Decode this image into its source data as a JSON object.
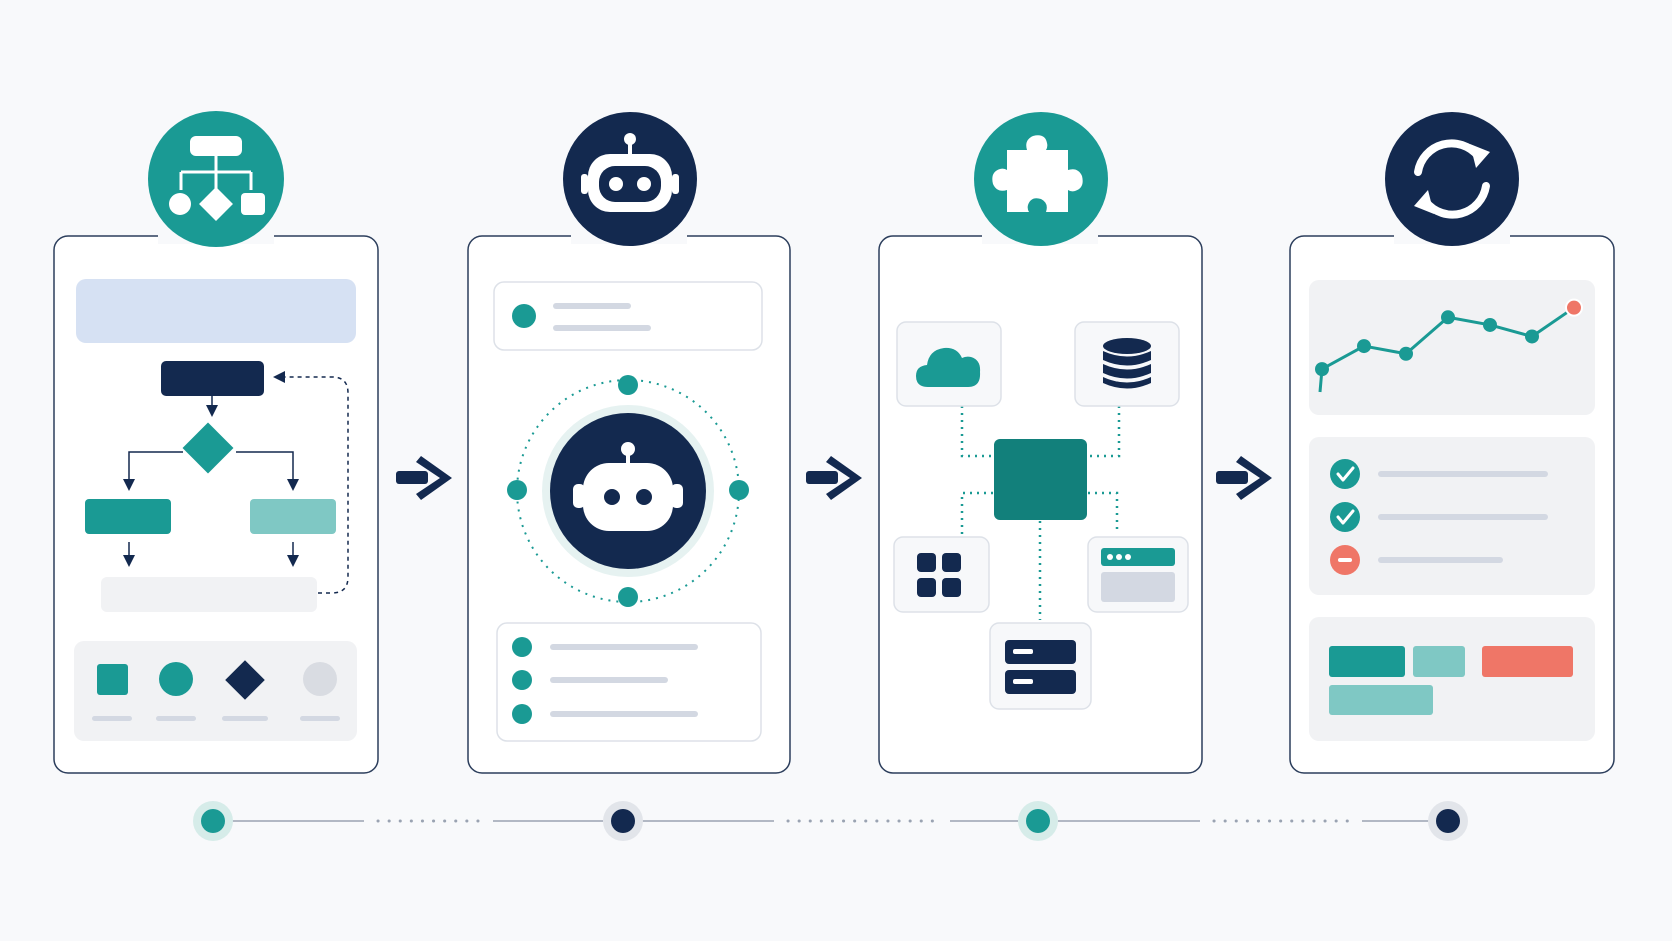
{
  "colors": {
    "background": "#f8f9fb",
    "teal": "#1a9a94",
    "teal_dark": "#12807b",
    "teal_light": "#7fc8c4",
    "navy": "#13294f",
    "lavender": "#d6e1f3",
    "panel_gray": "#f1f2f4",
    "line_gray": "#d3d8e2",
    "coral": "#ef7667",
    "card_border": "#2c3e5c",
    "white": "#ffffff"
  },
  "stages": [
    {
      "id": "workflow-design",
      "icon": "flowchart-icon",
      "badge_color": "teal"
    },
    {
      "id": "ai-agent",
      "icon": "robot-icon",
      "badge_color": "navy"
    },
    {
      "id": "integration",
      "icon": "puzzle-icon",
      "badge_color": "teal"
    },
    {
      "id": "continuous-improvement",
      "icon": "refresh-cycle-icon",
      "badge_color": "navy"
    }
  ],
  "card1": {
    "legend_shapes": [
      "square-icon",
      "circle-icon",
      "diamond-icon",
      "circle-icon"
    ]
  },
  "card3": {
    "services": [
      "cloud-icon",
      "database-icon",
      "grid-apps-icon",
      "browser-window-icon",
      "server-icon"
    ]
  },
  "card4": {
    "trend_series": [
      0.28,
      0.52,
      0.44,
      0.82,
      0.74,
      0.62,
      0.92
    ],
    "checklist_status": [
      "complete",
      "complete",
      "blocked"
    ],
    "status_icons": [
      "check-icon",
      "check-icon",
      "minus-icon"
    ]
  },
  "timeline": {
    "node_colors": [
      "teal",
      "navy",
      "teal",
      "navy"
    ]
  }
}
